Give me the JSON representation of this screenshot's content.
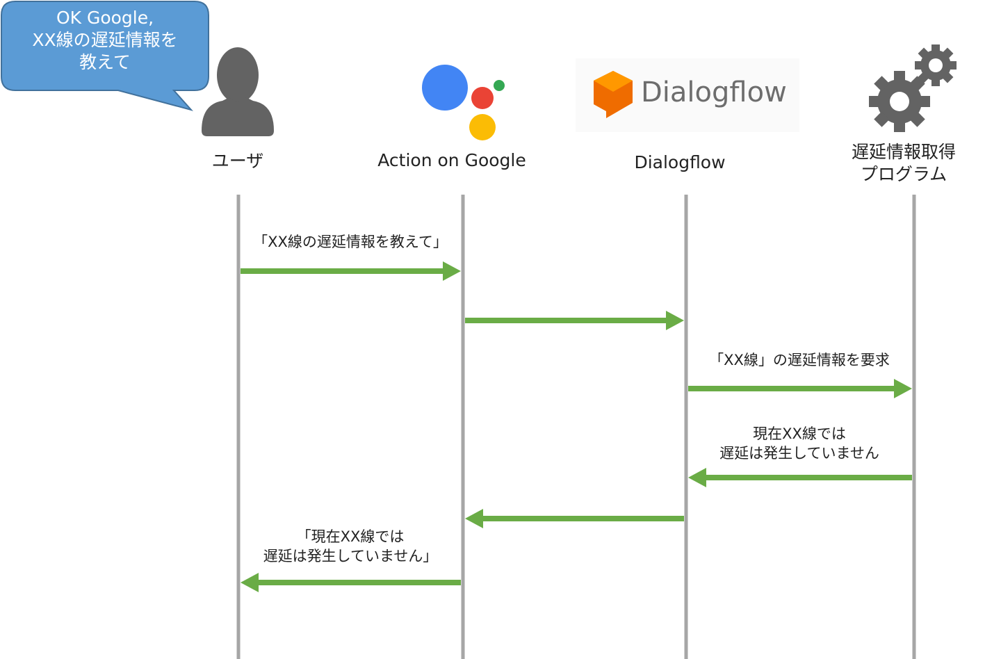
{
  "speech_bubble": {
    "lines": [
      "OK Google,",
      "XX線の遅延情報を",
      "教えて"
    ],
    "color": "#5b9bd5"
  },
  "actors": [
    {
      "id": "user",
      "label": "ユーザ",
      "icon": "person-icon"
    },
    {
      "id": "aog",
      "label": "Action on Google",
      "icon": "google-assistant-icon"
    },
    {
      "id": "dialogflow",
      "label": "Dialogflow",
      "icon": "dialogflow-logo",
      "logo_text": "Dialogflow"
    },
    {
      "id": "program",
      "label_lines": [
        "遅延情報取得",
        "プログラム"
      ],
      "icon": "gears-icon"
    }
  ],
  "messages": [
    {
      "from": "user",
      "to": "aog",
      "label_lines": [
        "「XX線の遅延情報を教えて」"
      ]
    },
    {
      "from": "aog",
      "to": "dialogflow",
      "label_lines": []
    },
    {
      "from": "dialogflow",
      "to": "program",
      "label_lines": [
        "「XX線」の遅延情報を要求"
      ]
    },
    {
      "from": "program",
      "to": "dialogflow",
      "label_lines": [
        "現在XX線では",
        "遅延は発生していません"
      ]
    },
    {
      "from": "dialogflow",
      "to": "aog",
      "label_lines": []
    },
    {
      "from": "aog",
      "to": "user",
      "label_lines": [
        "「現在XX線では",
        "遅延は発生していません」"
      ]
    }
  ],
  "colors": {
    "arrow": "#6aac46",
    "lifeline": "#a6a6a6",
    "icon_gray": "#636363",
    "google_blue": "#4285f4",
    "google_red": "#ea4335",
    "google_yellow": "#fbbc05",
    "google_green": "#34a853",
    "dialogflow_orange": "#ff9800",
    "dialogflow_orange_dark": "#ef6c00"
  }
}
